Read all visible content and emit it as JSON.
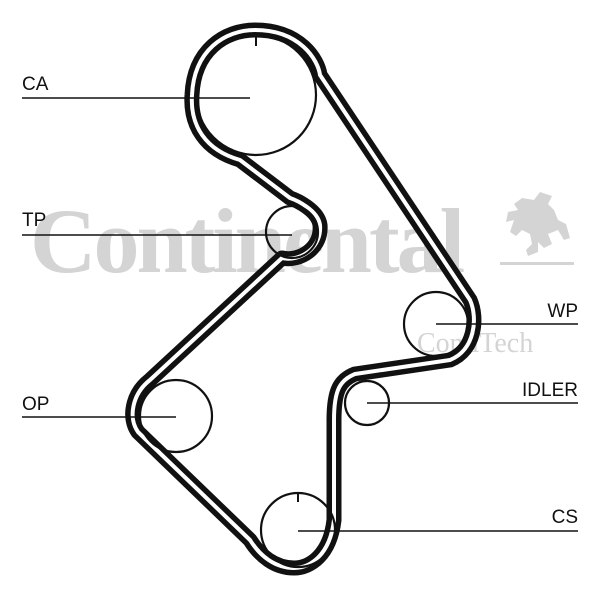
{
  "watermark": {
    "brand": "Continental",
    "sub_brand": "ContiTech",
    "color": "#d4d4d4"
  },
  "colors": {
    "belt": "#111111",
    "label": "#111111",
    "background": "#ffffff"
  },
  "labels": {
    "ca": "CA",
    "tp": "TP",
    "op": "OP",
    "wp": "WP",
    "idler": "IDLER",
    "cs": "CS"
  }
}
